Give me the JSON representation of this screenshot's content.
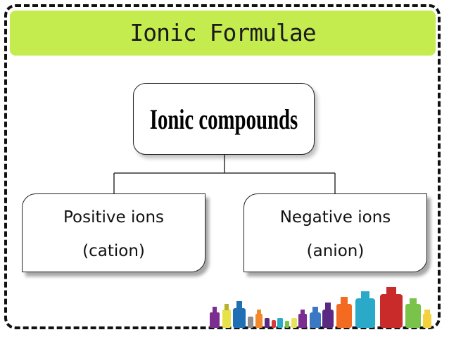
{
  "title": "Ionic Formulae",
  "root": {
    "label": "Ionic compounds"
  },
  "children": [
    {
      "line1": "Positive ions",
      "line2": "(cation)"
    },
    {
      "line1": "Negative ions",
      "line2": "(anion)"
    }
  ],
  "colors": {
    "title_bar": "#c5ec4f",
    "border": "#111111",
    "bottle_palette": [
      "#7b2e8f",
      "#e6e24a",
      "#1f6fb5",
      "#f08a2b",
      "#8e8e8e",
      "#5a2a82",
      "#d63b3b",
      "#e8e35a",
      "#2aa9c9",
      "#f26b21",
      "#c92a2a",
      "#79c34a",
      "#3b78c3",
      "#f3d23d"
    ]
  }
}
